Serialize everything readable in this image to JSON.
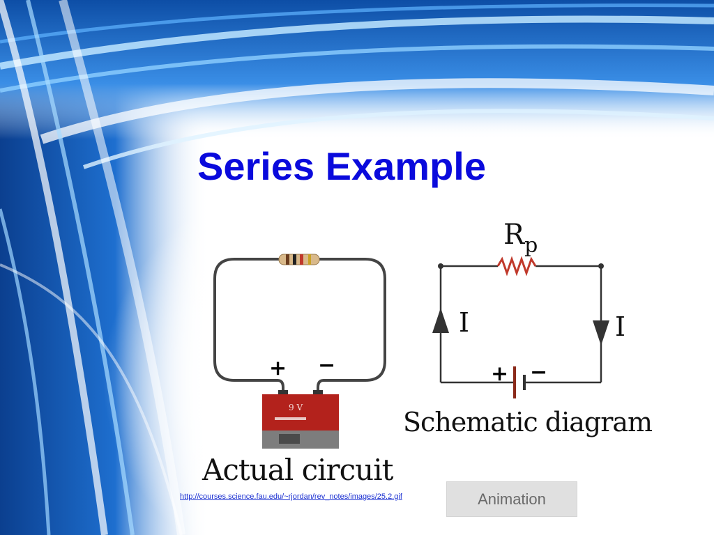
{
  "slide": {
    "title": "Series Example",
    "colors": {
      "title": "#0a0adc",
      "link": "#1a2fd1",
      "resistor_schematic": "#c0392b",
      "battery_body": "#b3221c"
    }
  },
  "actual_circuit": {
    "caption": "Actual circuit",
    "plus_label": "+",
    "minus_label": "−",
    "battery_label": "9 V",
    "resistor_icon": "resistor-icon",
    "battery_icon": "battery-9v-icon"
  },
  "schematic": {
    "caption": "Schematic diagram",
    "resistor_label_main": "R",
    "resistor_label_sub": "p",
    "current_left": "I",
    "current_right": "I",
    "plus_label": "+",
    "minus_label": "−"
  },
  "source_link": "http://courses.science.fau.edu/~rjordan/rev_notes/images/25.2.gif",
  "animation_button": "Animation"
}
